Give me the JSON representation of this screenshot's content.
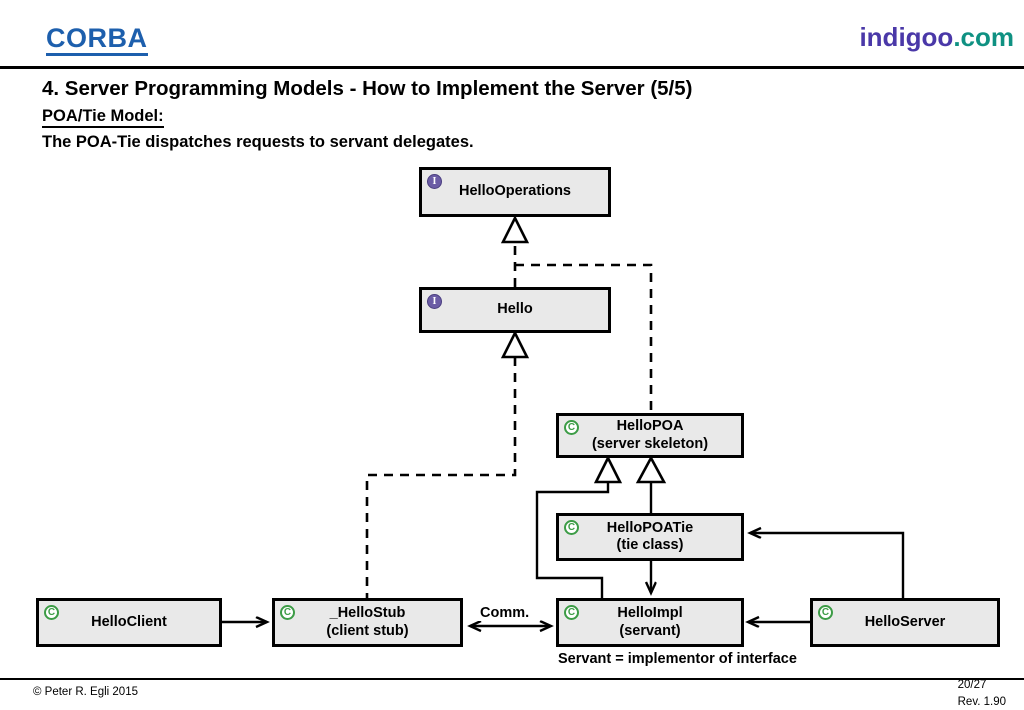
{
  "header": {
    "logo_left": "CORBA",
    "logo_right_main": "indigoo",
    "logo_right_tld": ".com",
    "accent_blue": "#1d5fad",
    "brand_indigo": "#4a38a8",
    "brand_teal": "#0f9182"
  },
  "title": {
    "heading": "4. Server Programming Models - How to Implement the Server (5/5)",
    "subtitle": "POA/Tie Model:",
    "description": "The POA-Tie dispatches requests to servant delegates."
  },
  "diagram": {
    "type": "uml-class-diagram",
    "marker_interface_glyph": "I",
    "marker_class_glyph": "C",
    "nodes": [
      {
        "id": "HelloOperations",
        "stereotype": "interface",
        "line1": "HelloOperations",
        "line2": ""
      },
      {
        "id": "Hello",
        "stereotype": "interface",
        "line1": "Hello",
        "line2": ""
      },
      {
        "id": "HelloPOA",
        "stereotype": "class",
        "line1": "HelloPOA",
        "line2": "(server skeleton)"
      },
      {
        "id": "HelloPOATie",
        "stereotype": "class",
        "line1": "HelloPOATie",
        "line2": "(tie class)"
      },
      {
        "id": "HelloClient",
        "stereotype": "class",
        "line1": "HelloClient",
        "line2": ""
      },
      {
        "id": "_HelloStub",
        "stereotype": "class",
        "line1": "_HelloStub",
        "line2": "(client stub)"
      },
      {
        "id": "HelloImpl",
        "stereotype": "class",
        "line1": "HelloImpl",
        "line2": "(servant)"
      },
      {
        "id": "HelloServer",
        "stereotype": "class",
        "line1": "HelloServer",
        "line2": ""
      }
    ],
    "edge_labels": [
      {
        "id": "comm",
        "text": "Comm."
      }
    ],
    "notes": [
      {
        "id": "servant-note",
        "text": "Servant = implementor of interface"
      }
    ]
  },
  "footer": {
    "copyright": "© Peter R. Egli 2015",
    "page_number": "20/27",
    "revision": "Rev. 1.90"
  }
}
